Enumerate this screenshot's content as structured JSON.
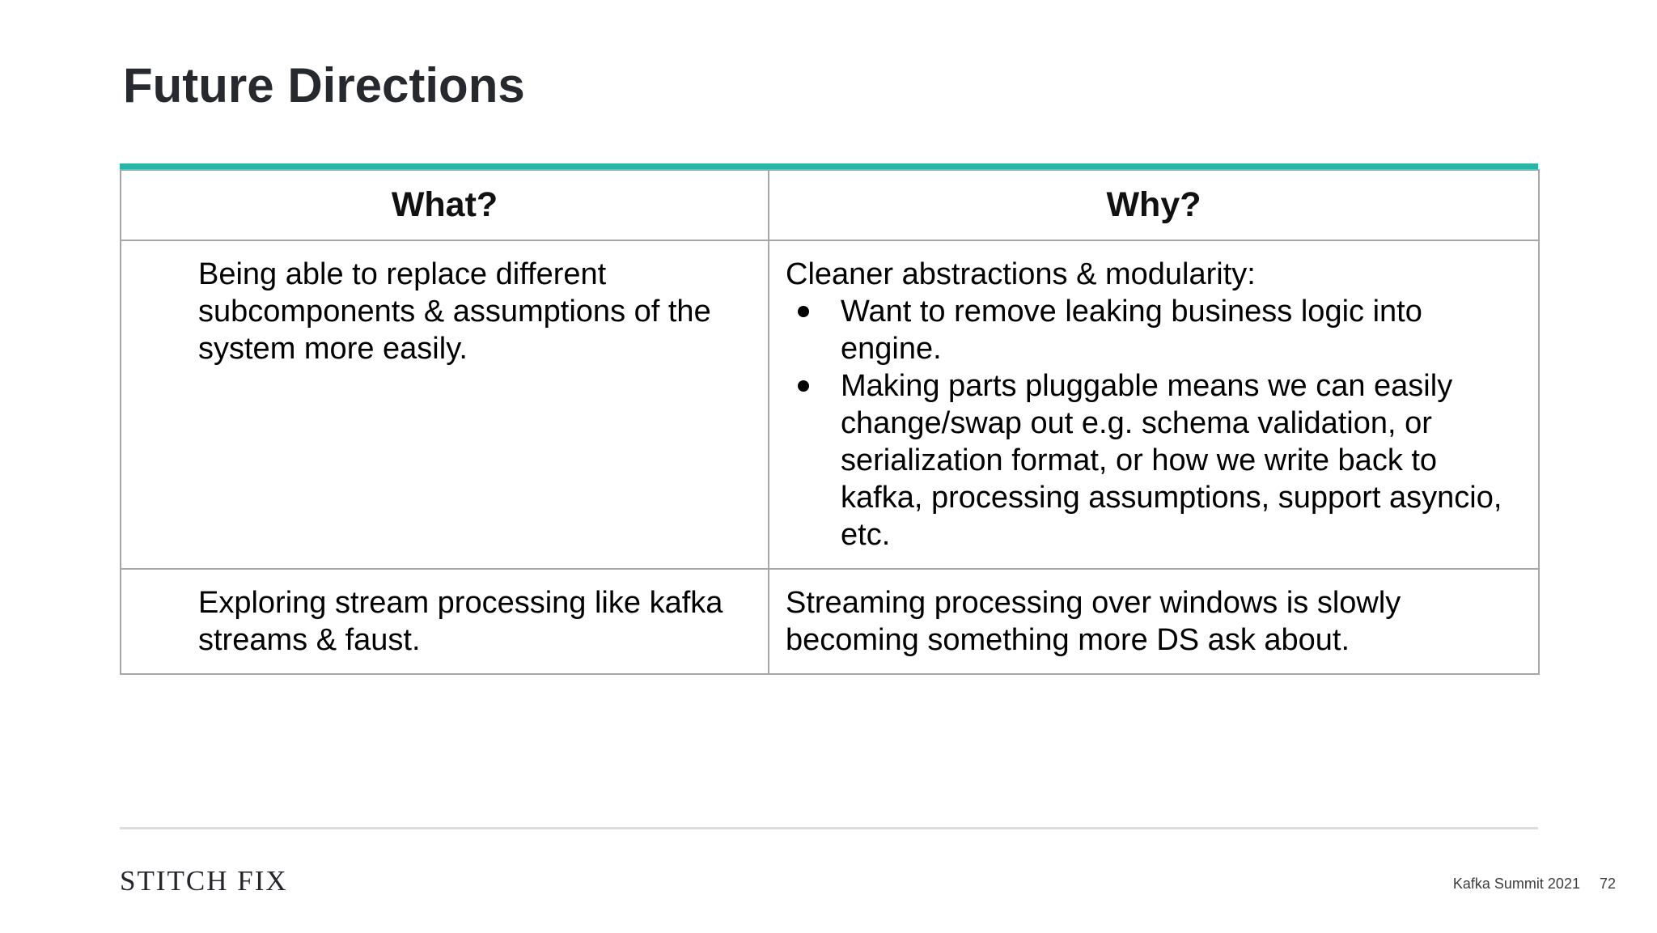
{
  "slide": {
    "title": "Future Directions",
    "accent_color": "#27b5a7",
    "table": {
      "headers": [
        "What?",
        "Why?"
      ],
      "rows": [
        {
          "what": "Being able to replace different\nsubcomponents & assumptions of the\nsystem more easily.",
          "why_intro": "Cleaner abstractions & modularity:",
          "why_bullets": [
            "Want to remove leaking business logic into\nengine.",
            "Making parts pluggable means we can easily\nchange/swap out e.g. schema validation, or\nserialization format, or how we write back to\nkafka, processing assumptions, support asyncio,\netc."
          ]
        },
        {
          "what": "Exploring stream processing like kafka\nstreams & faust.",
          "why": "Streaming processing over windows is slowly\nbecoming something more DS ask about."
        }
      ]
    },
    "footer": {
      "logo": "STITCH FIX",
      "event": "Kafka Summit 2021",
      "page_number": "72"
    }
  }
}
